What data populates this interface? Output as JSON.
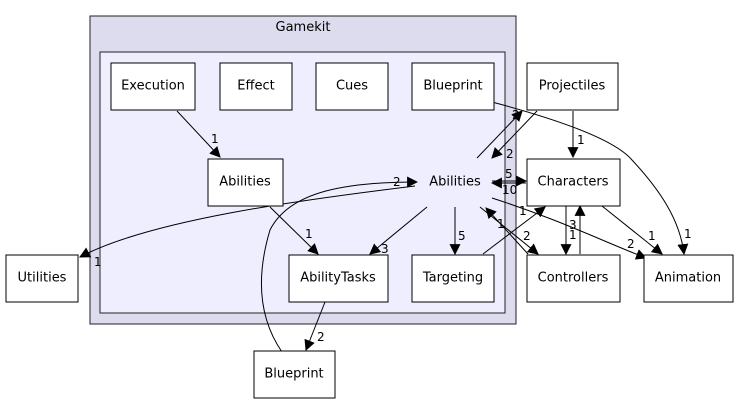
{
  "clusters": {
    "outer": {
      "label": "Gamekit",
      "fill": "#dcdcee",
      "stroke": "#222222"
    },
    "inner": {
      "fill": "#eeeeff",
      "stroke": "#222222"
    }
  },
  "nodes": {
    "execution": "Execution",
    "effect": "Effect",
    "cues": "Cues",
    "blueprint_inner": "Blueprint",
    "abilities_inner": "Abilities",
    "abilities_main": "Abilities",
    "ability_tasks": "AbilityTasks",
    "targeting": "Targeting",
    "projectiles": "Projectiles",
    "characters": "Characters",
    "controllers": "Controllers",
    "animation": "Animation",
    "utilities": "Utilities",
    "blueprint_outer": "Blueprint"
  },
  "edges": {
    "execution_abilities": "1",
    "abilities_abilitytasks_inner": "1",
    "main_abilitytasks": "3",
    "main_targeting": "5",
    "main_utilities": "1",
    "blueprint_main": "2",
    "main_projectiles": "2",
    "projectiles_main": "2",
    "main_characters": "5",
    "characters_main": "10",
    "projectiles_characters": "1",
    "main_controllers": "2",
    "controllers_main": "1",
    "targeting_characters": "1",
    "characters_controllers": "3",
    "controllers_characters": "1",
    "characters_animation": "1",
    "main_animation": "2",
    "blueprint_animation": "1",
    "abilitytasks_blueprint": "2"
  }
}
